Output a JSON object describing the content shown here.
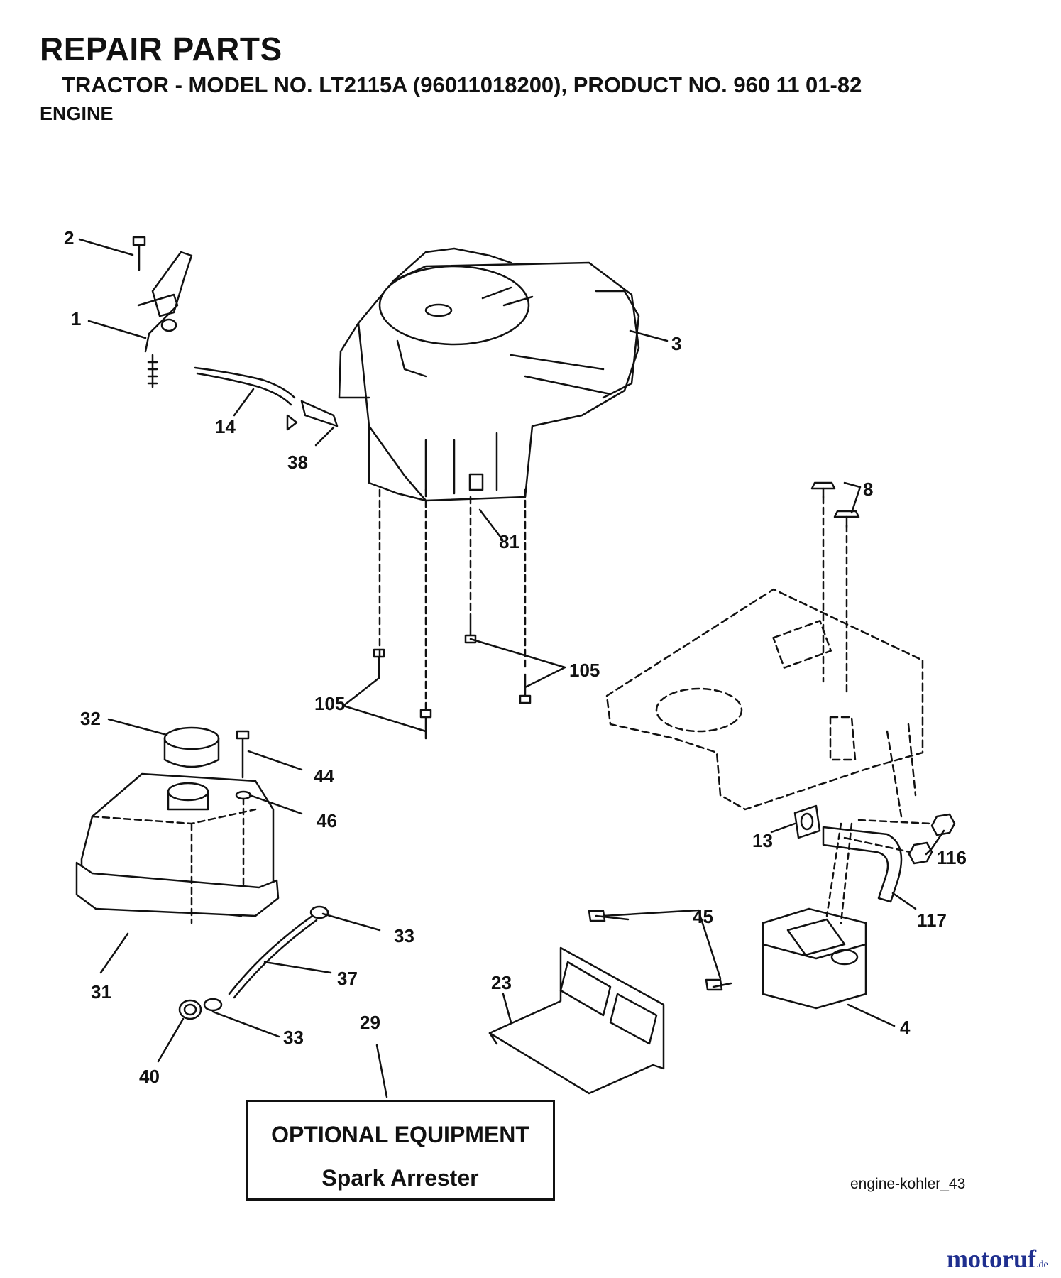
{
  "header": {
    "title": "REPAIR PARTS",
    "subtitle": "TRACTOR - MODEL NO. LT2115A (96011018200), PRODUCT NO. 960 11 01-82",
    "section": "ENGINE"
  },
  "callouts": [
    "2",
    "1",
    "3",
    "14",
    "38",
    "8",
    "81",
    "105",
    "105",
    "32",
    "44",
    "46",
    "13",
    "116",
    "117",
    "45",
    "33",
    "37",
    "31",
    "23",
    "29",
    "4",
    "33",
    "40"
  ],
  "optional_box": {
    "heading": "OPTIONAL EQUIPMENT",
    "item": "Spark Arrester"
  },
  "reference": "engine-kohler_43",
  "watermark": {
    "brand": "motoruf",
    "tld": ".de"
  },
  "colors": {
    "line": "#111111",
    "watermark": "#1f2f8f"
  }
}
